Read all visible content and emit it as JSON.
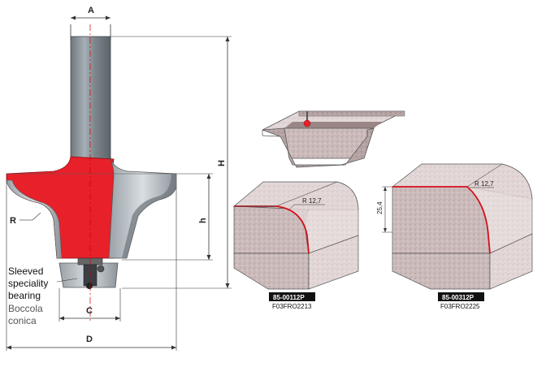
{
  "dimensions": {
    "A": "A",
    "H": "H",
    "h": "h",
    "R": "R",
    "C": "C",
    "D": "D"
  },
  "bearing_note": {
    "line1": "Sleeved",
    "line2": "speciality",
    "line3": "bearing",
    "line4": "Boccola",
    "line5": "conica"
  },
  "sample_left": {
    "radius_label": "R 12,7",
    "code_top": "85-00112P",
    "code_bottom": "F03FRO2213"
  },
  "sample_right": {
    "radius_label": "R 12,7",
    "height_label": "25,4",
    "code_top": "85-00312P",
    "code_bottom": "F03FRO2225"
  },
  "colors": {
    "body_red": "#e8202a",
    "shank": "#8a9299",
    "stone": "#c9b8b8",
    "profile_line": "#d4101a"
  }
}
